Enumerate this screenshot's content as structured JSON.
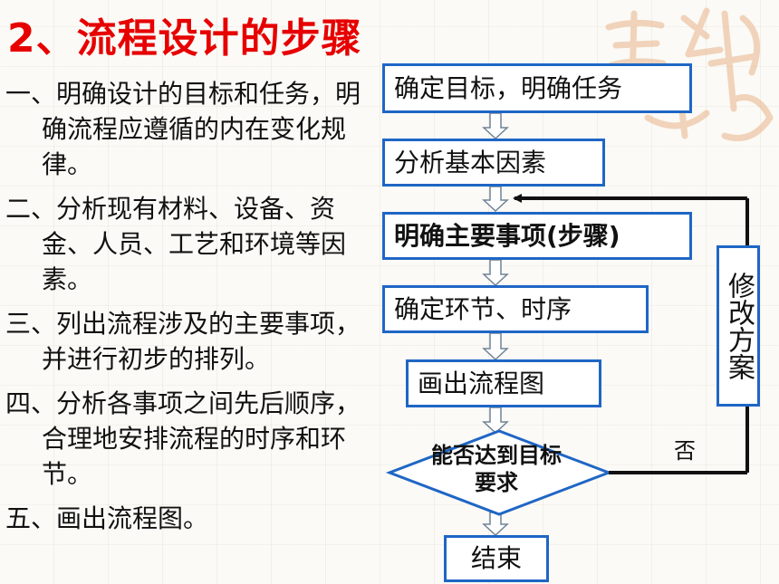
{
  "title": "2、流程设计的步骤",
  "steps": [
    "一、明确设计的目标和任务，明确流程应遵循的内在变化规律。",
    "二、分析现有材料、设备、资金、人员、工艺和环境等因素。",
    "三、列出流程涉及的主要事项，并进行初步的排列。",
    "四、分析各事项之间先后顺序，合理地安排流程的时序和环节。",
    "五、画出流程图。"
  ],
  "flowchart": {
    "nodes": [
      "确定目标，明确任务",
      "分析基本因素",
      "明确主要事项(步骤)",
      "确定环节、时序",
      "画出流程图"
    ],
    "decision": "能否达到目标要求",
    "end": "结束",
    "loop_label": "修改方案",
    "no_label": "否"
  },
  "colors": {
    "title": "#e60000",
    "box_border": "#1f66c5",
    "arrow_fill": "#ffffff",
    "arrow_stroke": "#6f8396",
    "seal": "#e8b48a"
  }
}
